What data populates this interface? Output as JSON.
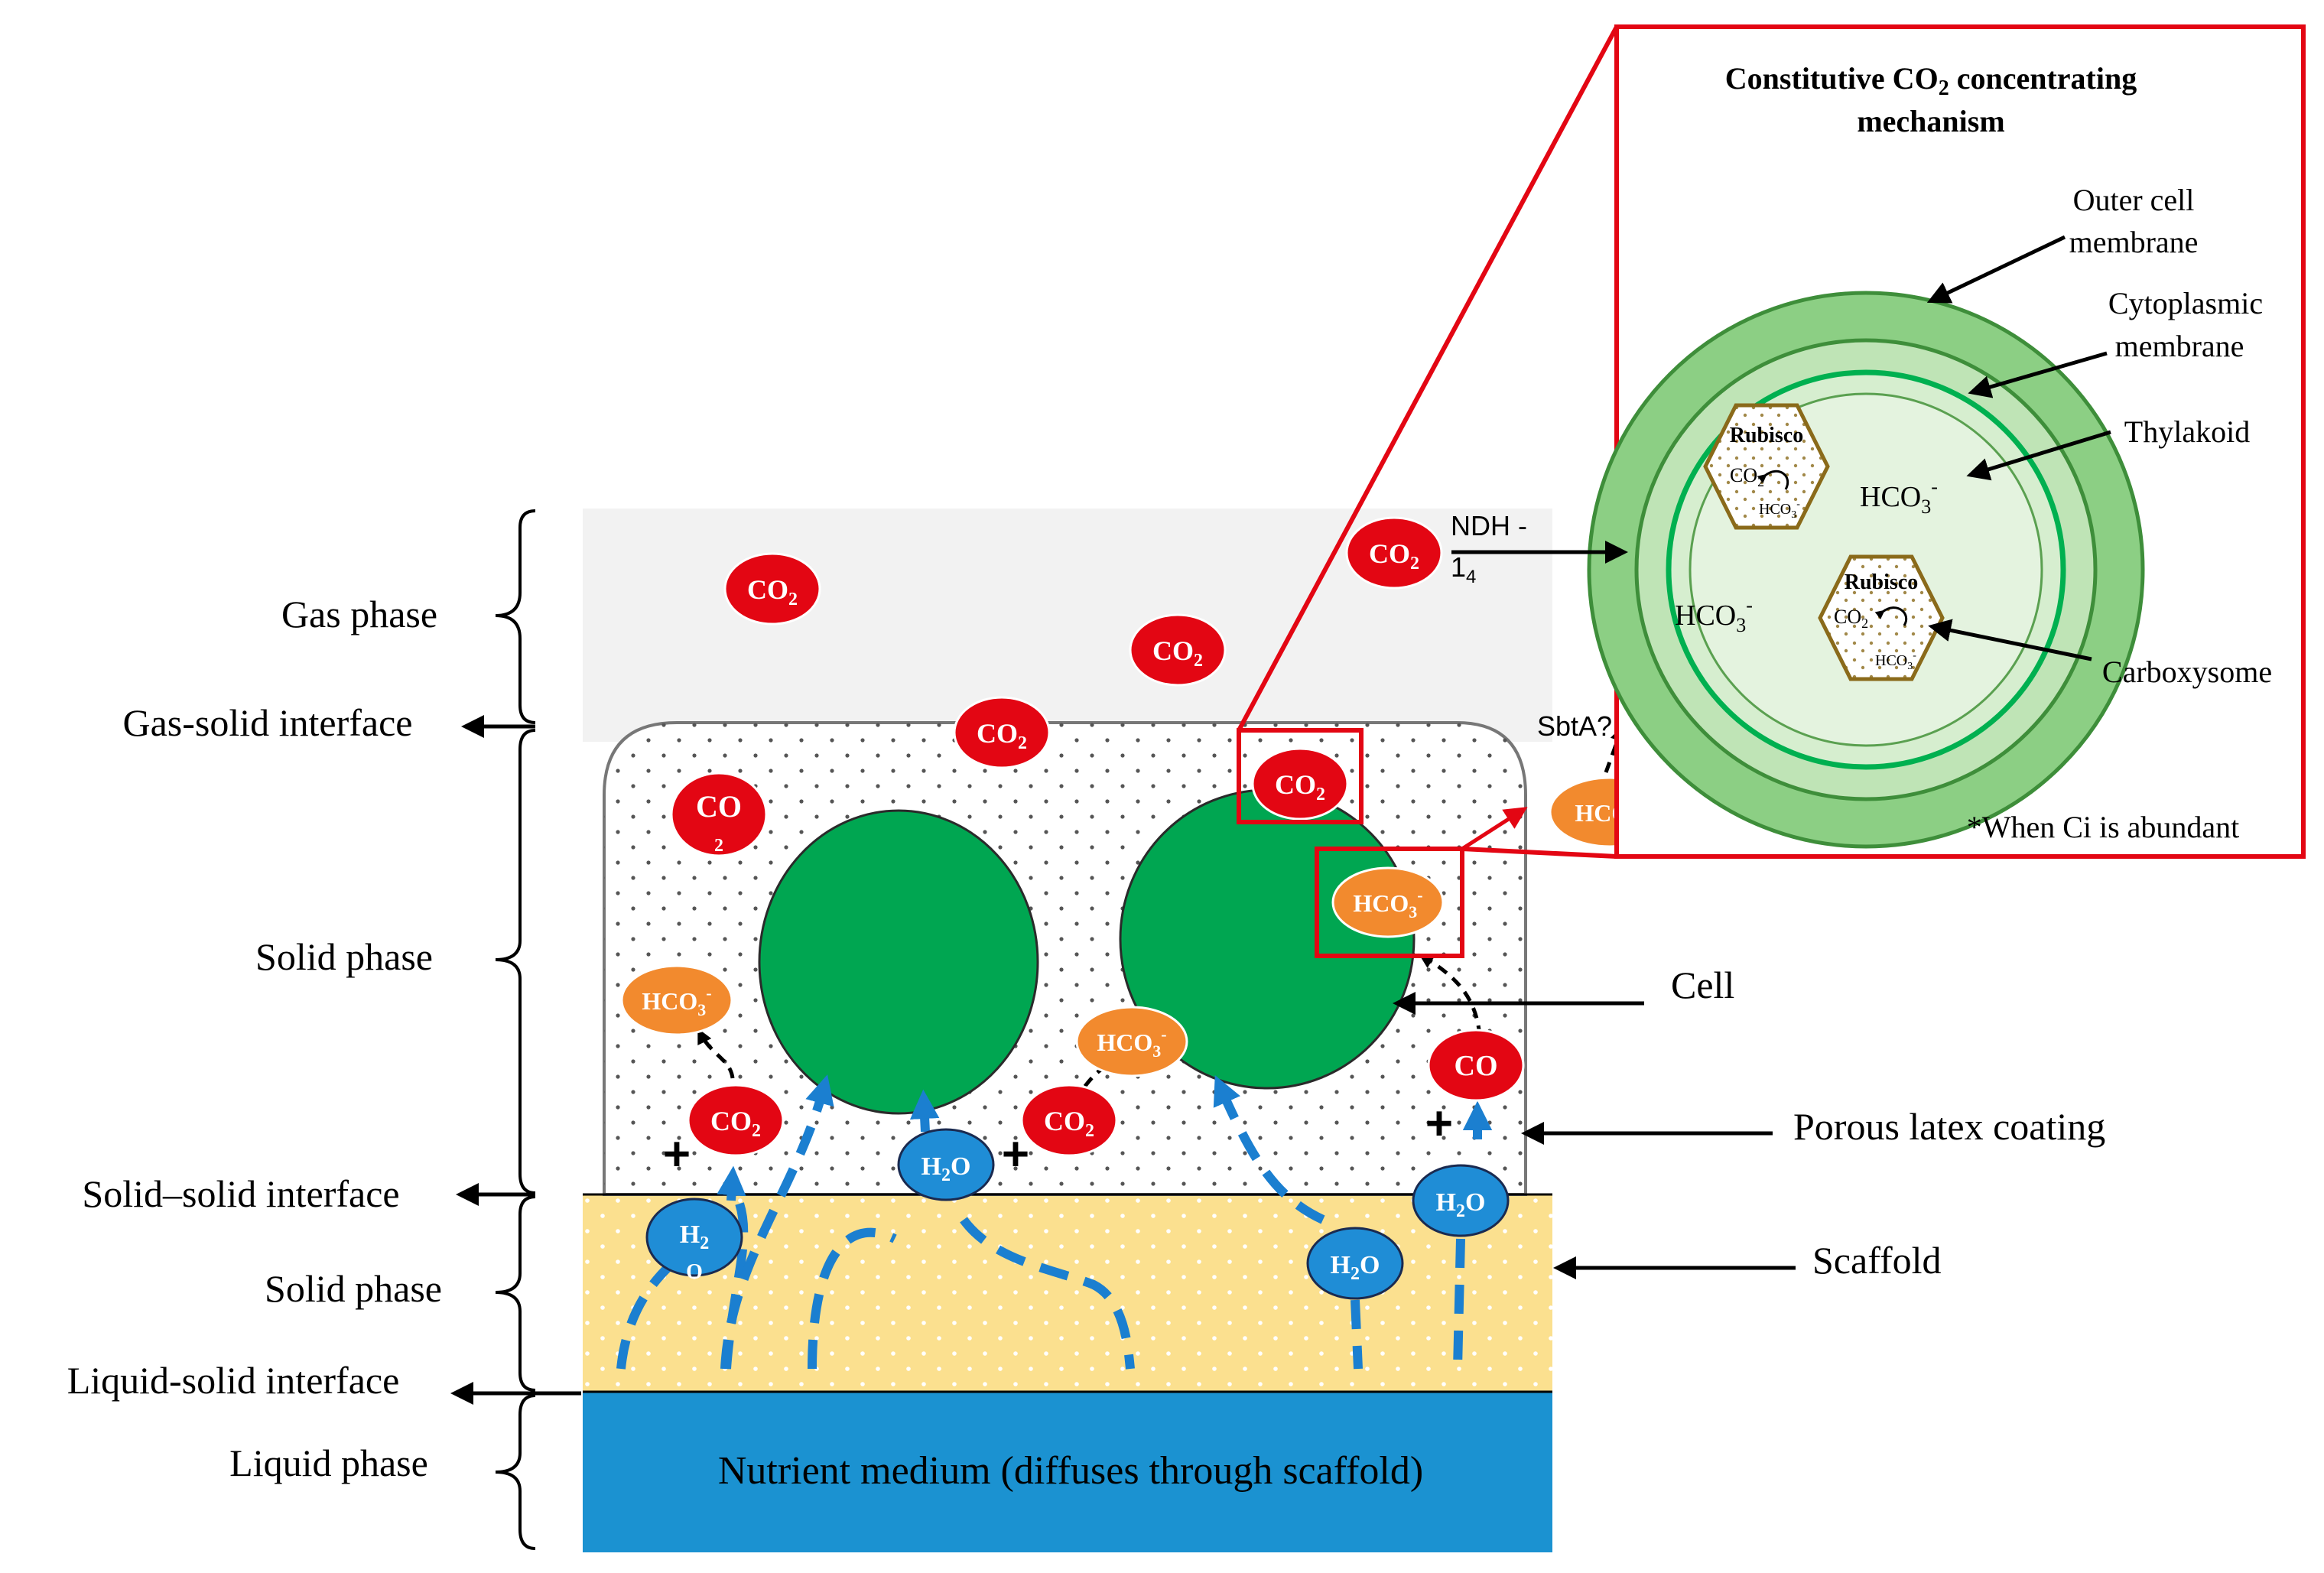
{
  "phase_labels": {
    "gas_phase": "Gas phase",
    "gas_solid_interface": "Gas-solid interface",
    "solid_phase_top": "Solid phase",
    "solid_solid_interface": "Solid–solid interface",
    "solid_phase_bottom": "Solid phase",
    "liquid_solid_interface": "Liquid-solid interface",
    "liquid_phase": "Liquid phase"
  },
  "right_labels": {
    "cell": "Cell",
    "porous_latex_coating": "Porous latex coating",
    "scaffold": "Scaffold"
  },
  "nutrient_medium": "Nutrient medium (diffuses through scaffold)",
  "inset": {
    "title_line1_a": "Constitutive CO",
    "title_line1_sub": "2",
    "title_line1_b": " concentrating",
    "title_line2": "mechanism",
    "outer_cell_membrane_1": "Outer cell",
    "outer_cell_membrane_2": "membrane",
    "cytoplasmic_membrane_1": "Cytoplasmic",
    "cytoplasmic_membrane_2": "membrane",
    "thylakoid": "Thylakoid",
    "carboxysome": "Carboxysome",
    "rubisco": "Rubisco",
    "hco3": "HCO",
    "note": "*When Ci is abundant"
  },
  "transporters": {
    "ndh_line1": "NDH -",
    "ndh_line2": "1",
    "ndh_sub": "4",
    "sbta": "SbtA?"
  },
  "molecules": {
    "co2": "CO",
    "co2_sub": "2",
    "hco3": "HCO",
    "hco3_sub": "3",
    "hco3_sup": "-",
    "h2o_h": "H",
    "h2o_sub": "2",
    "h2o_o": "O",
    "co_partial": "CO",
    "h2_partial": "H",
    "o_partial": "O",
    "plus": "+"
  },
  "colors": {
    "co2": "#e30613",
    "hco3": "#f28a2e",
    "h2o": "#1f8dd6",
    "cell": "#00a651",
    "scaffold": "#fbe08f",
    "liquid": "#1b92d1",
    "gas": "#f2f2f2",
    "inset_border": "#e30613",
    "membrane_outer": "#7cc576",
    "membrane_inner": "#b8e0b0",
    "thylakoid": "#00b050"
  }
}
